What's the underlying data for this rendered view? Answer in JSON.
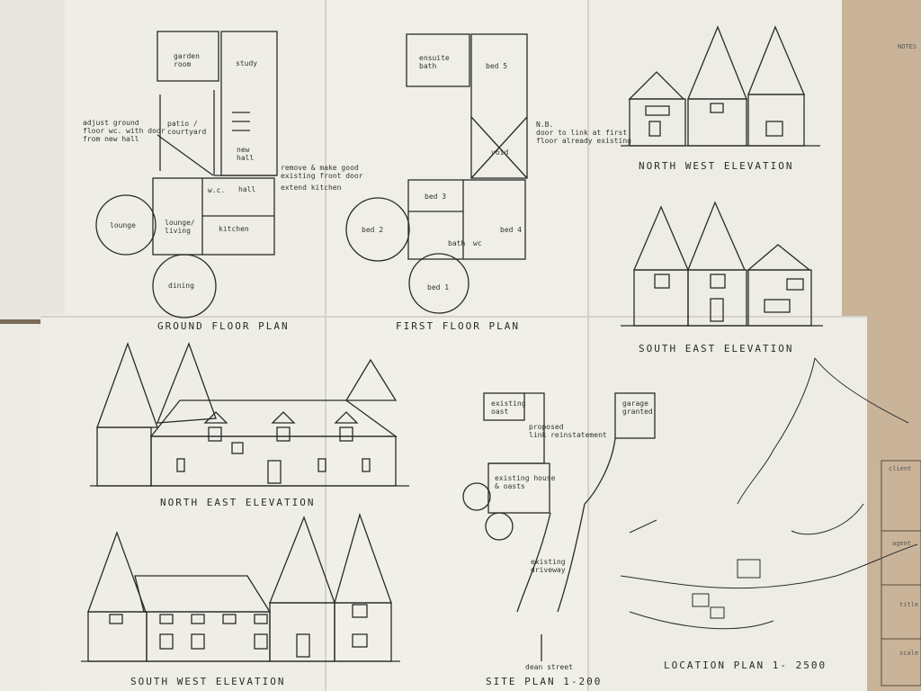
{
  "drawing_titles": {
    "ground_floor_plan": "GROUND FLOOR PLAN",
    "first_floor_plan": "FIRST FLOOR PLAN",
    "north_west_elevation": "NORTH WEST ELEVATION",
    "south_east_elevation": "SOUTH EAST ELEVATION",
    "north_east_elevation": "NORTH EAST ELEVATION",
    "south_west_elevation": "SOUTH WEST ELEVATION",
    "site_plan": "SITE PLAN 1-200",
    "location_plan": "LOCATION PLAN 1- 2500"
  },
  "ground_floor_labels": {
    "garden_room": "garden\nroom",
    "study": "study",
    "patio": "patio /\ncourtyard",
    "new_hall": "new\nhall",
    "hall": "hall",
    "wc": "w.c.",
    "lounge": "lounge",
    "lounge_living": "lounge/\nliving",
    "kitchen": "kitchen",
    "dining": "dining",
    "note_adjust": "adjust ground\nfloor wc. with door\nfrom new hall",
    "note_remove": "remove & make good\nexisting front door",
    "note_extend": "extend kitchen"
  },
  "first_floor_labels": {
    "ensuite": "ensuite\nbath",
    "bed5": "bed 5",
    "void": "void",
    "bed3": "bed 3",
    "bed2": "bed 2",
    "bath": "bath",
    "wc": "wc",
    "bed4": "bed 4",
    "bed1": "bed 1",
    "note_nb": "N.B.\ndoor to link at first\nfloor already existing"
  },
  "site_labels": {
    "existing_oast": "existing\noast",
    "proposed_link": "proposed\nlink reinstatement",
    "garage": "garage\ngranted",
    "existing_house": "existing house\n& oasts",
    "existing_driveway": "existing\ndriveway",
    "dean_street": "dean street"
  },
  "side_sheet": {
    "notes_heading": "NOTES",
    "client_label": "client",
    "agent_label": "agent",
    "title_label": "title",
    "scale_label": "scale"
  },
  "colors": {
    "paper": "#efeee6",
    "paper_shadow": "#d9d7cc",
    "background_wood": "#7a6b5a",
    "ink": "#2a2a2a",
    "side_sheet": "#c9b49a"
  }
}
